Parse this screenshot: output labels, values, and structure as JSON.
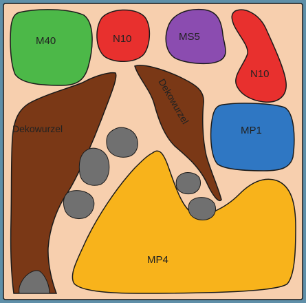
{
  "diagram": {
    "colors": {
      "border": "#5f8fa8",
      "background": "#f7cfae",
      "outline": "#1a1a1a",
      "green": "#4cb848",
      "red": "#e8302e",
      "purple": "#8b4cb0",
      "blue": "#2f77c3",
      "yellow": "#f8b31b",
      "brown": "#7a3816",
      "stone": "#707070"
    },
    "zones": [
      {
        "id": "m40",
        "label": "M40",
        "color": "green"
      },
      {
        "id": "n10-top",
        "label": "N10",
        "color": "red"
      },
      {
        "id": "ms5",
        "label": "MS5",
        "color": "purple"
      },
      {
        "id": "n10-right",
        "label": "N10",
        "color": "red"
      },
      {
        "id": "mp1",
        "label": "MP1",
        "color": "blue"
      },
      {
        "id": "mp4",
        "label": "MP4",
        "color": "yellow"
      }
    ],
    "roots": [
      {
        "id": "root-left",
        "label": "Dekowurzel",
        "color": "brown"
      },
      {
        "id": "root-middle",
        "label": "Dekowurzel",
        "color": "brown"
      }
    ],
    "stones_icon": "stone-shape"
  }
}
